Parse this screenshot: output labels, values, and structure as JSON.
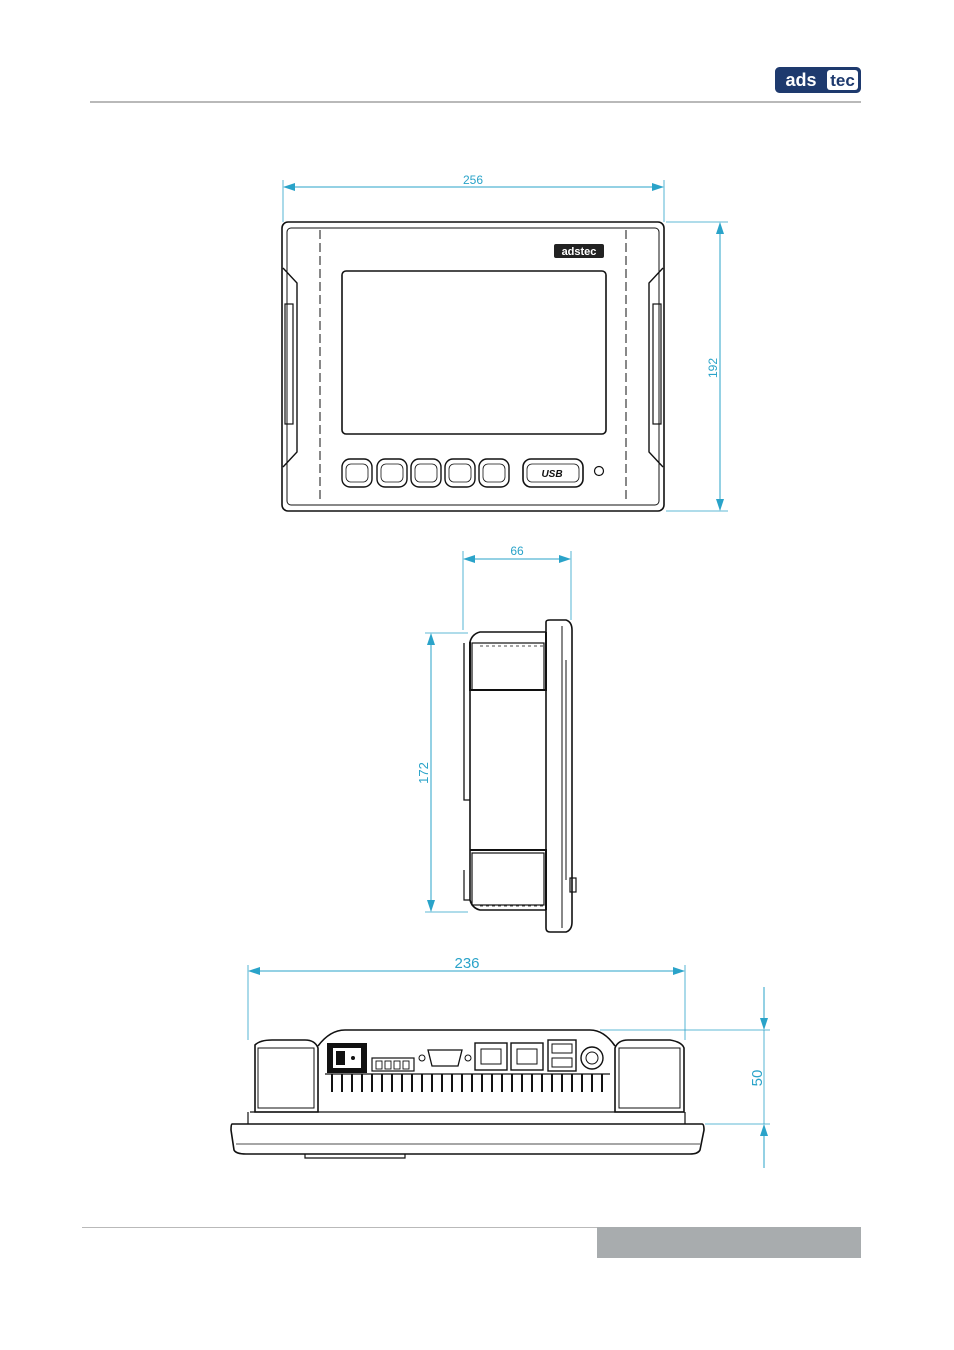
{
  "logo": {
    "text_left": "ads",
    "text_right": "tec",
    "color_dark": "#1e3a6e",
    "color_light": "#ffffff"
  },
  "accent_color": "#2aa3c9",
  "front_view": {
    "width_label": "256",
    "height_label": "192",
    "brand_mark": "adstec",
    "usb_label": "USB"
  },
  "side_view": {
    "depth_label": "66",
    "height_label": "172"
  },
  "bottom_view": {
    "width_label": "236",
    "depth_label": "50"
  }
}
